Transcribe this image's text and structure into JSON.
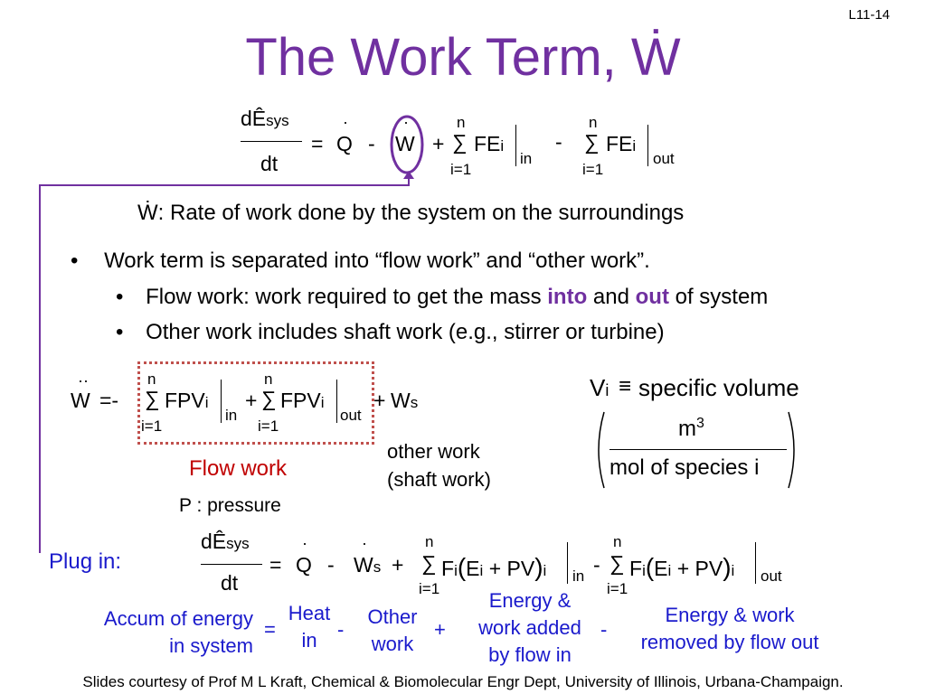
{
  "slide_number": "L11-14",
  "title": "The Work Term, Ẇ",
  "eq1": {
    "num": "dÊ",
    "num_sub": "sys",
    "den": "dt",
    "eq": "=",
    "q": "Q",
    "minus1": "-",
    "w": "W",
    "plus": "+",
    "sum": "∑",
    "n": "n",
    "lower": "i=1",
    "fe": "FE",
    "sub_i": "i",
    "in": "in",
    "minus2": "-",
    "out": "out"
  },
  "wdot_def": "Ẇ: Rate of work done by the system on the surroundings",
  "bullets": {
    "b1": "Work term is separated into “flow work” and “other work”.",
    "b2_pre": "Flow work: work required to get the mass ",
    "b2_into": "into",
    "b2_and": " and ",
    "b2_out": "out",
    "b2_post": " of system",
    "b3": "Other work includes shaft work (e.g., stirrer or turbine)"
  },
  "eq2": {
    "w": "W",
    "eqminus": "=-",
    "fpv": "FPV",
    "plus": "+",
    "ws": "W",
    "ws_sub": "s",
    "in": "in",
    "out": "out"
  },
  "labels": {
    "flow_work": "Flow work",
    "other_work_1": "other work",
    "other_work_2": "(shaft work)",
    "pressure": "P : pressure",
    "vi": "V",
    "vi_sub": "i",
    "equiv": "≡",
    "specific_volume": "specific volume",
    "m3": "m",
    "m3_sup": "3",
    "mol_species": "mol of species i",
    "plug_in": "Plug in:"
  },
  "eq3": {
    "ws": "W",
    "ws_sub": "s",
    "plus": "+",
    "f": "F",
    "e": "E",
    "pv": "+ PV",
    "minus": "-"
  },
  "bottom": {
    "accum_1": "Accum of energy",
    "accum_2": "in system",
    "eq": "=",
    "heat_1": "Heat",
    "heat_2": "in",
    "minus1": "-",
    "other_1": "Other",
    "other_2": "work",
    "plus": "+",
    "added_1": "Energy &",
    "added_2": "work added",
    "added_3": "by flow in",
    "minus2": "-",
    "removed_1": "Energy & work",
    "removed_2": "removed by flow out"
  },
  "footer": "Slides courtesy of Prof M L Kraft, Chemical & Biomolecular Engr Dept, University of Illinois, Urbana-Champaign.",
  "colors": {
    "title": "#7030a0",
    "blue": "#1a1acc",
    "red": "#c00000",
    "box": "#c0504d"
  }
}
